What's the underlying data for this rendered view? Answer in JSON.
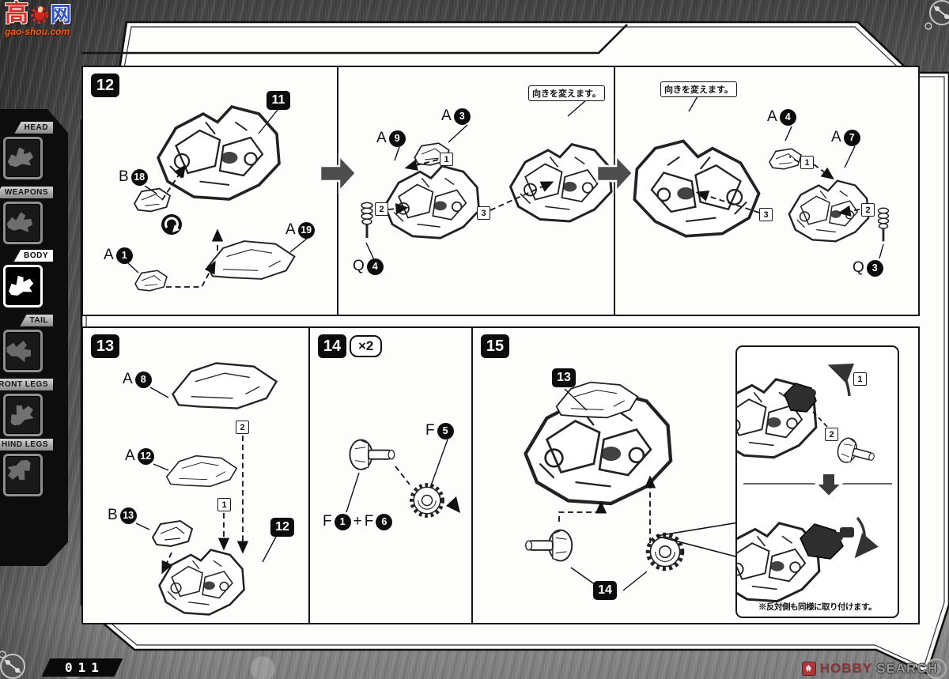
{
  "colors": {
    "accent_red": "#d03028",
    "accent_blue": "#3050c8",
    "hobby_red": "#8e2e33",
    "page_bg": "#fdfdfb",
    "badge_black": "#0c0c0c"
  },
  "watermark": {
    "char_left": "高",
    "char_right": "网",
    "domain": "gao-shou.com"
  },
  "sidebar": {
    "active_tab": "BODY",
    "tabs": [
      {
        "label": "HEAD"
      },
      {
        "label": "WEAPONS"
      },
      {
        "label": "BODY"
      },
      {
        "label": "TAIL"
      },
      {
        "label": "FRONT LEGS"
      },
      {
        "label": "HIND LEGS"
      }
    ]
  },
  "steps": {
    "s12": {
      "number": "12",
      "ref_badge": "11",
      "callout": "向きを変えます。",
      "left_labels": [
        {
          "l": "B",
          "n": "18"
        },
        {
          "l": "A",
          "n": "1"
        },
        {
          "l": "A",
          "n": "19"
        }
      ],
      "mid_labels": [
        {
          "l": "A",
          "n": "9"
        },
        {
          "l": "A",
          "n": "3"
        },
        {
          "l": "Q",
          "n": "4"
        }
      ],
      "mid_seq": [
        "1",
        "2",
        "3"
      ],
      "right_labels": [
        {
          "l": "A",
          "n": "4"
        },
        {
          "l": "A",
          "n": "7"
        },
        {
          "l": "Q",
          "n": "3"
        }
      ],
      "right_seq": [
        "1",
        "2",
        "3"
      ]
    },
    "s13": {
      "number": "13",
      "ref_badge": "12",
      "labels": [
        {
          "l": "A",
          "n": "8"
        },
        {
          "l": "A",
          "n": "12"
        },
        {
          "l": "B",
          "n": "13"
        }
      ],
      "seq": [
        "2",
        "1"
      ]
    },
    "s14": {
      "number": "14",
      "multiplier": "×2",
      "label_f5": {
        "l": "F",
        "n": "5"
      },
      "combo": {
        "l1": "F",
        "n1": "1",
        "plus": "+",
        "l2": "F",
        "n2": "6"
      }
    },
    "s15": {
      "number": "15",
      "ref_top": "13",
      "ref_bottom": "14",
      "inset_seq": [
        "1",
        "2"
      ],
      "note": "※反対側も同様に取り付けます。"
    }
  },
  "footer": {
    "page_number": "011",
    "brand": {
      "word1": "HOBBY",
      "word2": "SEARCH"
    }
  }
}
